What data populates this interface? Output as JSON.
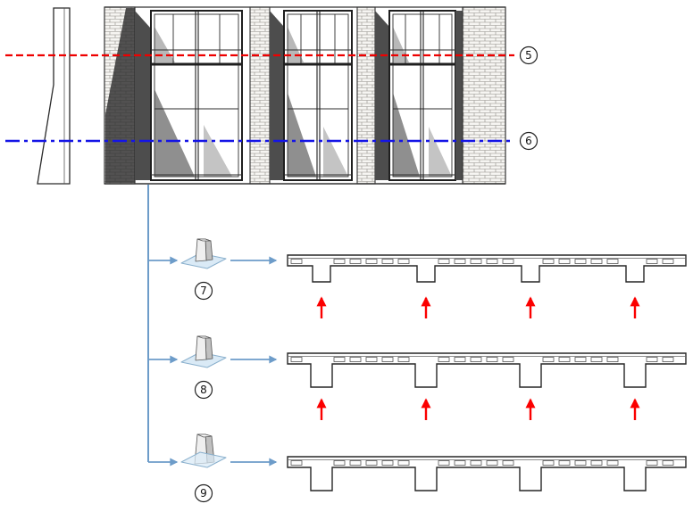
{
  "levels": {
    "upper": {
      "label": "5",
      "color": "#ee0000"
    },
    "lower": {
      "label": "6",
      "color": "#1414e6"
    }
  },
  "cuts": {
    "first": {
      "label": "7"
    },
    "second": {
      "label": "8"
    },
    "third": {
      "label": "9"
    }
  },
  "colors": {
    "connector": "#6d9cc9",
    "highlight_arrow": "#fb0000",
    "cut_plane_fill": "#daeaf6",
    "cut_plane_stroke": "#8ab0cd"
  }
}
